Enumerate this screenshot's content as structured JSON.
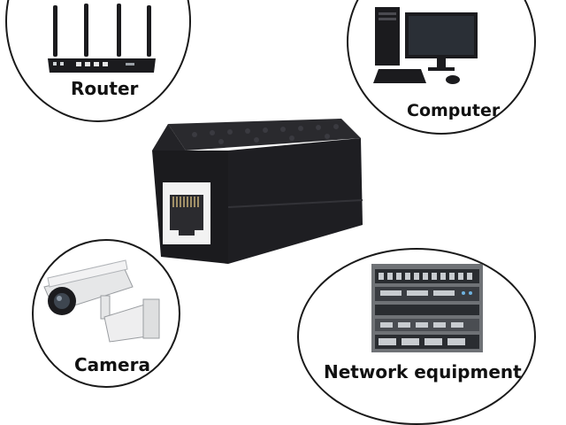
{
  "labels": {
    "router": "Router",
    "computer": "Computer",
    "camera": "Camera",
    "network": "Network equipment"
  },
  "colors": {
    "outline": "#1a1a1a",
    "device_black": "#1b1b1e",
    "port_white": "#f2f2f2",
    "rack_grey": "#6f7276"
  },
  "icons": [
    "router-icon",
    "computer-icon",
    "camera-icon",
    "network-equipment-icon",
    "rj45-coupler-icon"
  ]
}
